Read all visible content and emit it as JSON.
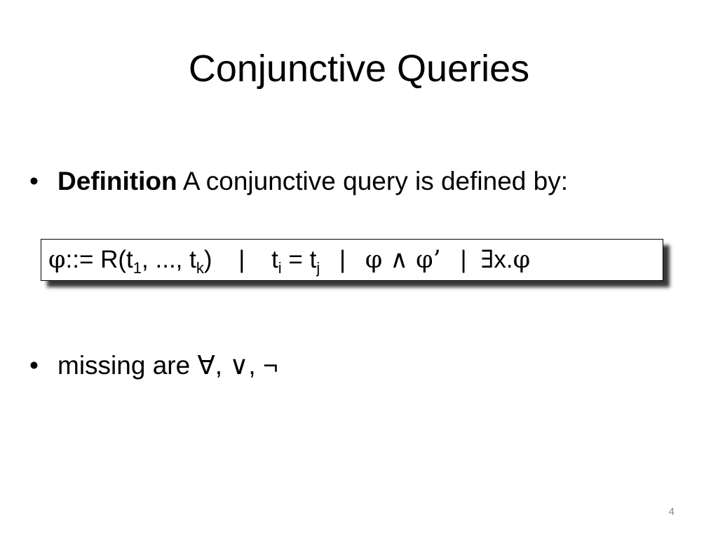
{
  "slide": {
    "title": "Conjunctive Queries",
    "bullet1": {
      "marker": "•",
      "bold": "Definition",
      "text": " A conjunctive query is defined by:"
    },
    "formula": {
      "phi": "φ",
      "assign": "::= R(t",
      "sub1": "1",
      "args": ", ..., t",
      "subk": "k",
      "close": ")",
      "sep1": "|",
      "ti": "t",
      "subi": "i",
      "eq": " = t",
      "subj": "j",
      "sep2": "|",
      "conj": "φ ∧ φ’",
      "sep3": "|",
      "exists": "∃",
      "tail": "x.",
      "phi2": "φ"
    },
    "bullet2": {
      "marker": "•",
      "text": "missing are ∀, ∨, ¬"
    },
    "page_number": "4"
  }
}
